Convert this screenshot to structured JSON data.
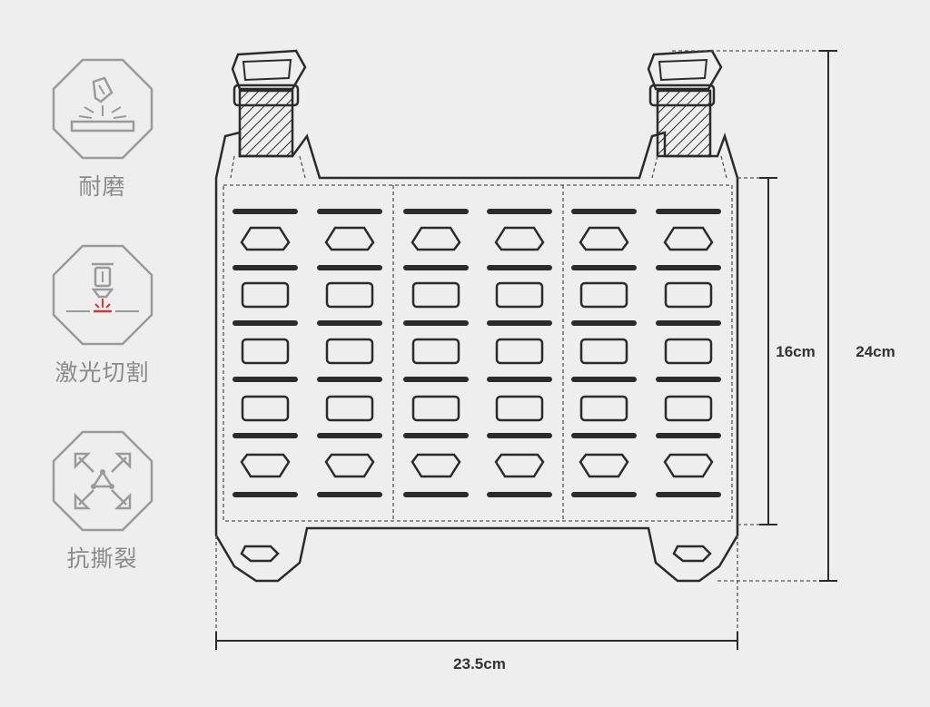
{
  "features": [
    {
      "label": "耐磨",
      "icon": "abrasion-resistant-icon"
    },
    {
      "label": "激光切割",
      "icon": "laser-cut-icon"
    },
    {
      "label": "抗撕裂",
      "icon": "tear-resistant-icon"
    }
  ],
  "dimensions": {
    "width": "23.5cm",
    "panel_height": "16cm",
    "total_height": "24cm"
  },
  "colors": {
    "background": "#eeeeee",
    "icon_gray": "#9a9a9a",
    "laser_red": "#d2383a",
    "line_dark": "#2b2b2b"
  }
}
